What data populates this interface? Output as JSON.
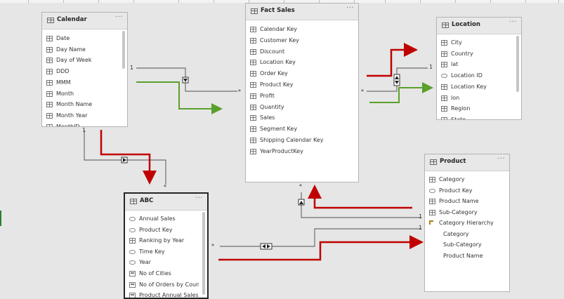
{
  "tables": {
    "calendar": {
      "title": "Calendar",
      "more": "···",
      "rows": [
        {
          "label": "Date",
          "icon": "grid-icon"
        },
        {
          "label": "Day Name",
          "icon": "grid-icon"
        },
        {
          "label": "Day of Week",
          "icon": "grid-icon"
        },
        {
          "label": "DDD",
          "icon": "grid-icon"
        },
        {
          "label": "MMM",
          "icon": "grid-icon"
        },
        {
          "label": "Month",
          "icon": "grid-icon"
        },
        {
          "label": "Month Name",
          "icon": "grid-icon"
        },
        {
          "label": "Month Year",
          "icon": "grid-icon"
        },
        {
          "label": "MonthID",
          "icon": "grid-icon"
        }
      ]
    },
    "fact_sales": {
      "title": "Fact Sales",
      "more": "···",
      "rows": [
        {
          "label": "Calendar Key",
          "icon": "grid-icon"
        },
        {
          "label": "Customer Key",
          "icon": "grid-icon"
        },
        {
          "label": "Discount",
          "icon": "grid-icon"
        },
        {
          "label": "Location Key",
          "icon": "grid-icon"
        },
        {
          "label": "Order Key",
          "icon": "grid-icon"
        },
        {
          "label": "Product Key",
          "icon": "grid-icon"
        },
        {
          "label": "Profit",
          "icon": "grid-icon"
        },
        {
          "label": "Quantity",
          "icon": "grid-icon"
        },
        {
          "label": "Sales",
          "icon": "grid-icon"
        },
        {
          "label": "Segment Key",
          "icon": "grid-icon"
        },
        {
          "label": "Shipping Calendar Key",
          "icon": "grid-icon"
        },
        {
          "label": "YearProductKey",
          "icon": "grid-icon"
        }
      ]
    },
    "location": {
      "title": "Location",
      "more": "···",
      "rows": [
        {
          "label": "City",
          "icon": "grid-icon"
        },
        {
          "label": "Country",
          "icon": "grid-icon"
        },
        {
          "label": "lat",
          "icon": "grid-icon"
        },
        {
          "label": "Location ID",
          "icon": "hidden-icon"
        },
        {
          "label": "Location Key",
          "icon": "grid-icon"
        },
        {
          "label": "lon",
          "icon": "grid-icon"
        },
        {
          "label": "Region",
          "icon": "grid-icon"
        },
        {
          "label": "State",
          "icon": "grid-icon"
        }
      ]
    },
    "product": {
      "title": "Product",
      "more": "···",
      "rows": [
        {
          "label": "Category",
          "icon": "grid-icon"
        },
        {
          "label": "Product Key",
          "icon": "hidden-icon"
        },
        {
          "label": "Product Name",
          "icon": "grid-icon"
        },
        {
          "label": "Sub-Category",
          "icon": "grid-icon"
        },
        {
          "label": "Category Hierarchy",
          "icon": "hierarchy-icon"
        },
        {
          "label": "Category",
          "icon": ""
        },
        {
          "label": "Sub-Category",
          "icon": ""
        },
        {
          "label": "Product Name",
          "icon": ""
        }
      ]
    },
    "abc": {
      "title": "ABC",
      "more": "···",
      "rows": [
        {
          "label": "Annual Sales",
          "icon": "hidden-icon"
        },
        {
          "label": "Product Key",
          "icon": "hidden-icon"
        },
        {
          "label": "Ranking by Year",
          "icon": "grid-icon"
        },
        {
          "label": "Time Key",
          "icon": "hidden-icon"
        },
        {
          "label": "Year",
          "icon": "hidden-icon"
        },
        {
          "label": "No of Cities",
          "icon": "calc-icon"
        },
        {
          "label": "No of Orders by Coun...",
          "icon": "calc-icon"
        },
        {
          "label": "Product Annual Sales",
          "icon": "calc-icon"
        }
      ]
    }
  },
  "cardinality": {
    "calendar_fact_one": "1",
    "calendar_fact_many": "*",
    "calendar_abc_one": "1",
    "calendar_abc_many": "*",
    "location_fact_one": "1",
    "location_fact_many": "*",
    "product_fact_one": "1",
    "product_fact_many": "*",
    "product_abc_one": "1",
    "product_abc_many": "*"
  },
  "colors": {
    "canvas": "#e6e6e6",
    "red_arrow": "#c00000",
    "green_arrow": "#5aa02c",
    "relationship_line": "#6e6e6e"
  }
}
